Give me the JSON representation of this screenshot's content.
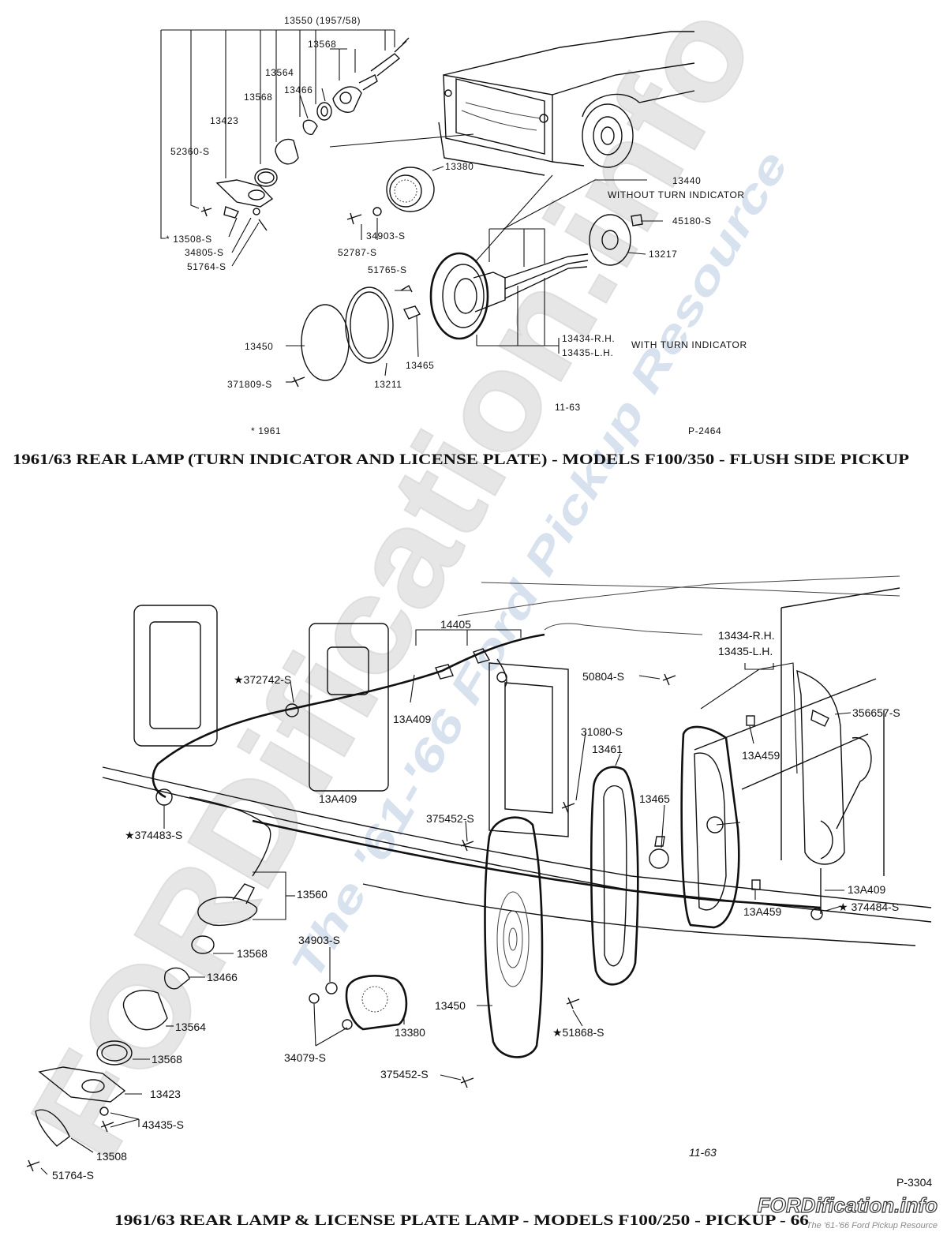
{
  "top_diagram": {
    "caption": "1961/63 REAR LAMP (TURN INDICATOR AND LICENSE PLATE) - MODELS F100/350 - FLUSH SIDE PICKUP",
    "figure_code": "P-2464",
    "footnote": "* 1961",
    "date_code": "11-63",
    "note_without": "WITHOUT TURN INDICATOR",
    "note_with": "WITH TURN INDICATOR",
    "labels": {
      "l13550": "13550 (1957/58)",
      "l13568a": "13568",
      "l13564": "13564",
      "l13466": "13466",
      "l13568b": "13568",
      "l13423": "13423",
      "l52360": "52360-S",
      "l13508": "* 13508-S",
      "l34805": "34805-S",
      "l51764": "51764-S",
      "l13380": "13380",
      "l34903": "34903-S",
      "l52787": "52787-S",
      "l13440": "13440",
      "l45180": "45180-S",
      "l13217": "13217",
      "l51765": "51765-S",
      "l13434": "13434-R.H.",
      "l13435": "13435-L.H.",
      "l13450": "13450",
      "l13465": "13465",
      "l371809": "371809-S",
      "l13211": "13211"
    }
  },
  "bottom_diagram": {
    "caption": "1961/63 REAR LAMP & LICENSE PLATE LAMP - MODELS F100/250 - PICKUP - 66",
    "figure_code": "P-3304",
    "date_code": "11-63",
    "labels": {
      "l14405": "14405",
      "l372742": "★372742-S",
      "l13A409a": "13A409",
      "l13434": "13434-R.H.",
      "l13435": "13435-L.H.",
      "l50804": "50804-S",
      "l356657": "356657-S",
      "l31080": "31080-S",
      "l13461": "13461",
      "l13A459a": "13A459",
      "l13A409b": "13A409",
      "l13465": "13465",
      "l375452a": "375452-S",
      "l374483": "★374483-S",
      "l13560": "13560",
      "l13A409c": "13A409",
      "l374484": "★ 374484-S",
      "l13A459b": "13A459",
      "l13568a": "13568",
      "l34903": "34903-S",
      "l13466": "13466",
      "l13450": "13450",
      "l13380": "13380",
      "l13564": "13564",
      "l51868": "★51868-S",
      "l34079": "34079-S",
      "l13568b": "13568",
      "l375452b": "375452-S",
      "l13423": "13423",
      "l43435": "43435-S",
      "l13508": "13508",
      "l51764": "51764-S"
    }
  },
  "watermark": {
    "big": "FORDification.info",
    "tagline": "The '61-'66 Ford Pickup Resource",
    "footer_brand": "FORDification.info",
    "footer_tagline": "The '61-'66 Ford Pickup Resource"
  }
}
